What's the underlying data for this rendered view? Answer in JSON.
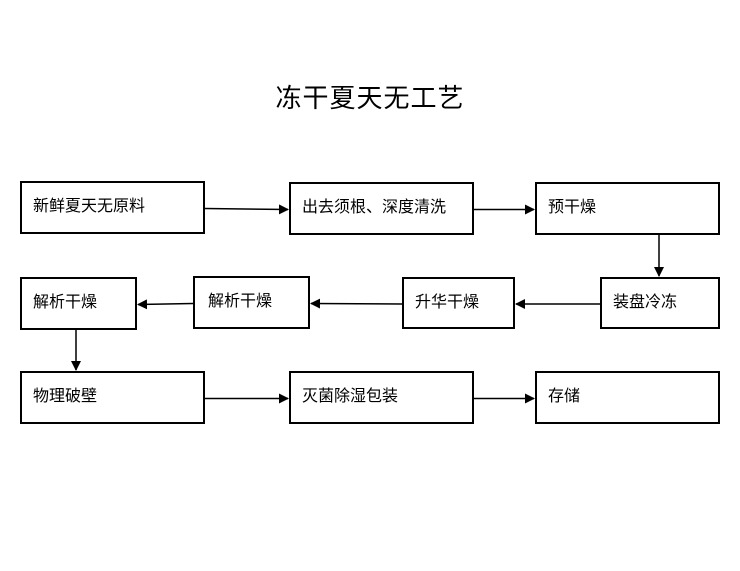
{
  "title": "冻干夏天无工艺",
  "steps": [
    {
      "id": "s1",
      "label": "新鲜夏天无原料"
    },
    {
      "id": "s2",
      "label": "出去须根、深度清洗"
    },
    {
      "id": "s3",
      "label": "预干燥"
    },
    {
      "id": "s4",
      "label": "装盘冷冻"
    },
    {
      "id": "s5",
      "label": "升华干燥"
    },
    {
      "id": "s6",
      "label": "解析干燥"
    },
    {
      "id": "s7",
      "label": "解析干燥"
    },
    {
      "id": "s8",
      "label": "物理破壁"
    },
    {
      "id": "s9",
      "label": "灭菌除湿包装"
    },
    {
      "id": "s10",
      "label": "存储"
    }
  ],
  "edges": [
    {
      "from": "s1",
      "to": "s2"
    },
    {
      "from": "s2",
      "to": "s3"
    },
    {
      "from": "s3",
      "to": "s4"
    },
    {
      "from": "s4",
      "to": "s5"
    },
    {
      "from": "s5",
      "to": "s6"
    },
    {
      "from": "s6",
      "to": "s7"
    },
    {
      "from": "s7",
      "to": "s8"
    },
    {
      "from": "s8",
      "to": "s9"
    },
    {
      "from": "s9",
      "to": "s10"
    }
  ]
}
